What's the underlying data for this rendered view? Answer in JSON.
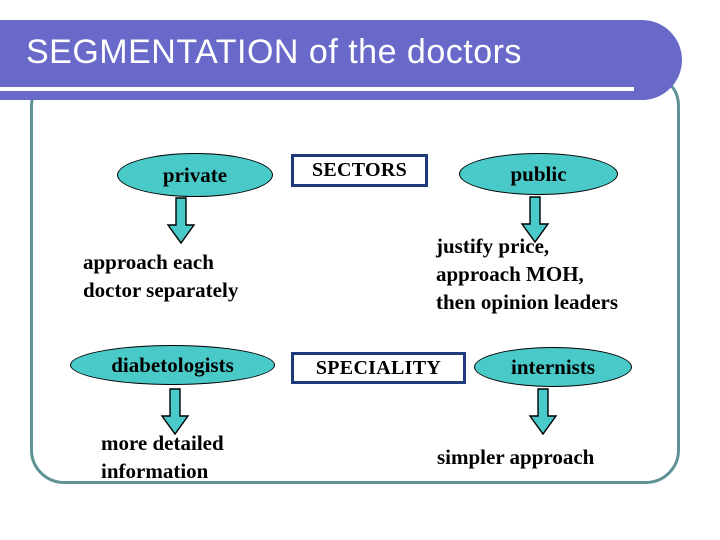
{
  "slide": {
    "title": "SEGMENTATION of the doctors",
    "colors": {
      "title_banner": "#6869C9",
      "title_text": "#FFFFFF",
      "frame_border": "#5F9294",
      "ellipse_fill": "#4AC9C9",
      "ellipse_outline": "#000000",
      "labelbox_border": "#1F3A7A",
      "labelbox_fill": "#FFFFFF",
      "arrow_fill": "#4AC9C9",
      "body_text": "#000000",
      "background": "#FFFFFF"
    }
  },
  "sectors": {
    "category_label": "SECTORS",
    "branches": [
      {
        "node": "private",
        "arrow": "down-arrow-icon",
        "detail": "approach each\ndoctor separately"
      },
      {
        "node": "public",
        "arrow": "down-arrow-icon",
        "detail": "justify price,\napproach MOH,\nthen opinion leaders"
      }
    ]
  },
  "speciality": {
    "category_label": "SPECIALITY",
    "branches": [
      {
        "node": "diabetologists",
        "arrow": "down-arrow-icon",
        "detail": "more detailed\ninformation"
      },
      {
        "node": "internists",
        "arrow": "down-arrow-icon",
        "detail": "simpler approach"
      }
    ]
  }
}
